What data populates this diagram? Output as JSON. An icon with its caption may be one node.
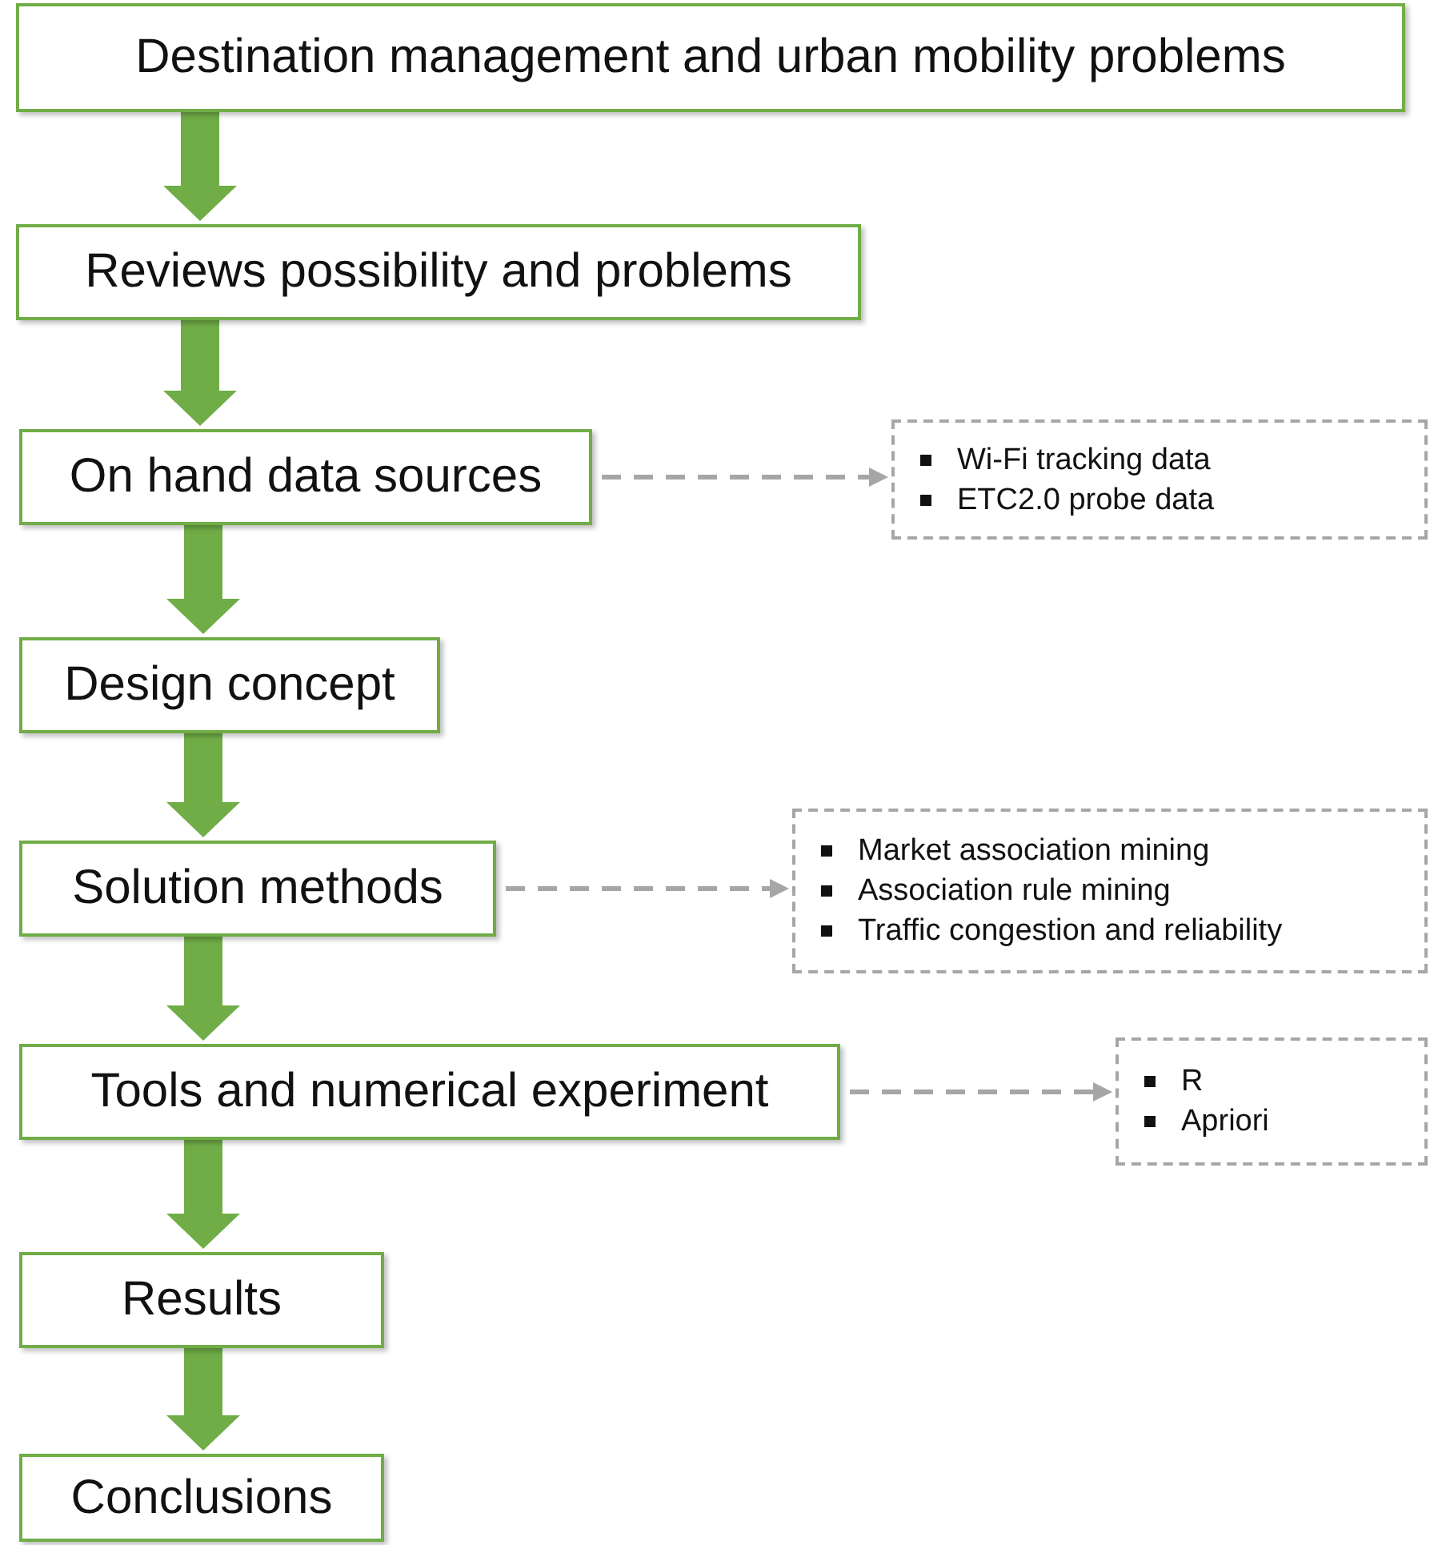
{
  "diagram": {
    "nodes": [
      {
        "text": [
          "Destination management and urban mobility problems"
        ]
      },
      {
        "text": [
          "Reviews possibility and problems"
        ]
      },
      {
        "text": [
          "On hand data sources"
        ]
      },
      {
        "text": [
          "Design concept"
        ]
      },
      {
        "text": [
          "Solution methods"
        ]
      },
      {
        "text": [
          "Tools and numerical experiment"
        ]
      },
      {
        "text": [
          "Results"
        ]
      },
      {
        "text": [
          "Conclusions"
        ]
      },
      {
        "text": [
          "Wi-Fi tracking data",
          "ETC2.0 probe data"
        ]
      },
      {
        "text": [
          "Market association mining",
          "Association rule mining",
          "Traffic congestion and reliability"
        ]
      },
      {
        "text": [
          "R",
          "Apriori"
        ]
      }
    ],
    "edges": [
      {
        "from": 0,
        "to": 1,
        "arrow": "to"
      },
      {
        "from": 1,
        "to": 2,
        "arrow": "to"
      },
      {
        "from": 2,
        "to": 3,
        "arrow": "to"
      },
      {
        "from": 3,
        "to": 4,
        "arrow": "to"
      },
      {
        "from": 4,
        "to": 5,
        "arrow": "to"
      },
      {
        "from": 5,
        "to": 6,
        "arrow": "to"
      },
      {
        "from": 6,
        "to": 7,
        "arrow": "to"
      },
      {
        "from": 2,
        "to": 8,
        "arrow": "to",
        "style": "dashed",
        "color": "#a6a6a6"
      },
      {
        "from": 4,
        "to": 9,
        "arrow": "to",
        "style": "dashed",
        "color": "#a6a6a6"
      },
      {
        "from": 5,
        "to": 10,
        "arrow": "to",
        "style": "dashed",
        "color": "#a6a6a6"
      }
    ]
  }
}
